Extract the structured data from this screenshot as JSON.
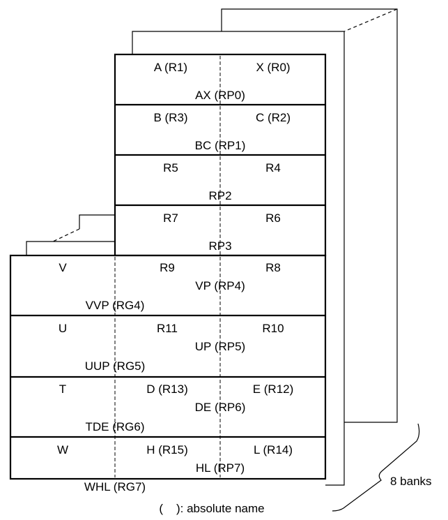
{
  "banks_label": "8 banks",
  "legend": "(    ): absolute name",
  "upper_rows": [
    {
      "high": "A (R1)",
      "low": "X (R0)",
      "pair": "AX (RP0)"
    },
    {
      "high": "B (R3)",
      "low": "C (R2)",
      "pair": "BC (RP1)"
    },
    {
      "high": "R5",
      "low": "R4",
      "pair": "RP2"
    },
    {
      "high": "R7",
      "low": "R6",
      "pair": "RP3"
    }
  ],
  "lower_rows": [
    {
      "ext": "V",
      "high": "R9",
      "low": "R8",
      "pair": "VP (RP4)",
      "group": "VVP (RG4)"
    },
    {
      "ext": "U",
      "high": "R11",
      "low": "R10",
      "pair": "UP (RP5)",
      "group": "UUP (RG5)"
    },
    {
      "ext": "T",
      "high": "D (R13)",
      "low": "E (R12)",
      "pair": "DE (RP6)",
      "group": "TDE (RG6)"
    },
    {
      "ext": "W",
      "high": "H (R15)",
      "low": "L (R14)",
      "pair": "HL (RP7)",
      "group": "WHL (RG7)"
    }
  ]
}
